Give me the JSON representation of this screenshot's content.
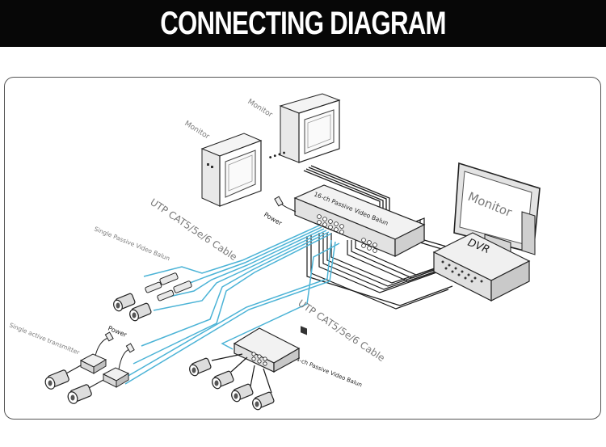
{
  "title": "CONNECTING DIAGRAM",
  "labels": {
    "monitor_top": "Monitor",
    "monitor_left": "Monitor",
    "dots": "••••",
    "balun16": "16-ch Passive Video Balun",
    "power_top": "Power",
    "utp_top": "UTP CAT5/5e/6 Cable",
    "utp_mid": "UTP CAT5/5e/6 Cable",
    "single_passive": "Single Passive Video Balun",
    "single_active": "Single active transmitter",
    "power_bottom": "Power",
    "balun4": "4-ch Passive Video Balun",
    "monitor_big": "Monitor",
    "dvr": "DVR"
  },
  "colors": {
    "cable": "#4bb3d6",
    "wire": "#1a1a1a",
    "device": "#2b2b2b",
    "label": "#7a7a7a"
  }
}
